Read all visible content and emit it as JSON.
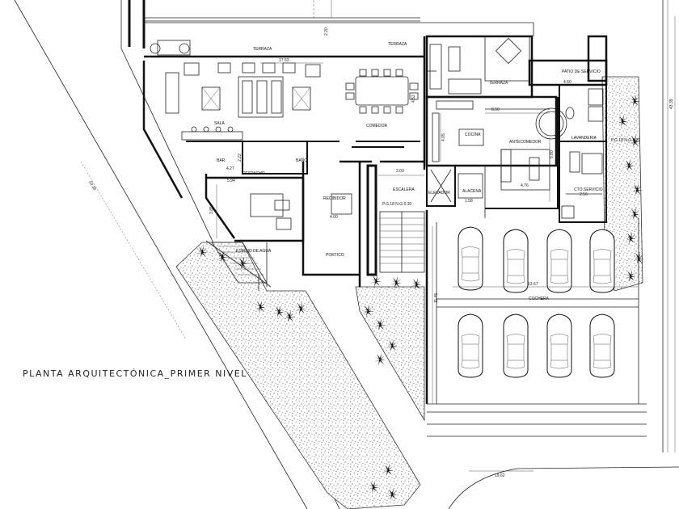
{
  "sheet": {
    "title": "PLANTA ARQUITECTÓNICA_PRIMER NIVEL"
  },
  "rooms": {
    "terraza_top": "TERRAZA",
    "terraza_mid": "TERRAZA",
    "terraza_kitchen": "TERRAZA",
    "sala": "SALA",
    "comedor": "COMEDOR",
    "cocina": "COCINA",
    "antecomedor": "ANTECOMEDOR",
    "lavanderia": "LAVANDERIA",
    "patio_servicio": "PATIO DE SERVICIO",
    "cto_servicio": "CTO.SERVICIO",
    "bar": "BAR",
    "bano": "BAÑO",
    "despacho": "DESPACHO",
    "recibidor": "RECIBIDOR",
    "escalera": "ESCALERA",
    "elevador": "ELEVADOR",
    "alacena": "ALACENA",
    "espejo_agua": "ESPEJO DE AGUA",
    "portico": "PORTICO",
    "cochera": "COCHERA"
  },
  "dimensions": {
    "d_2_20": "2.20",
    "d_17_63": "17.63",
    "d_4_52": "4.52",
    "d_8_50": "8.50",
    "d_4_05": "4.05",
    "d_6_80": "6.80",
    "d_4_60": "4.60",
    "d_4_76": "4.76",
    "d_3_03": "3.03",
    "d_1_58": "1.58",
    "d_2_56": "2.56",
    "d_2_22": "2.22",
    "d_4_27": "4.27",
    "d_5_94": "5.94",
    "d_3_85": "3.85",
    "d_4_00": "4.00",
    "d_13_67": "13.67",
    "d_11_45": "11.45",
    "d_43_39": "43.39",
    "d_53_38": "53.38",
    "d_19_62": "19.62",
    "level_stair": "P.G.18 N.G.0.30",
    "level_laundry": "P.G.18 N.G.0.30"
  }
}
